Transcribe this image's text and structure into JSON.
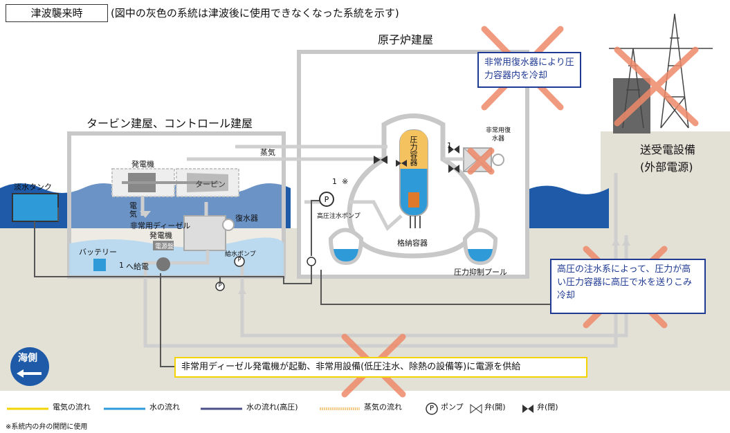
{
  "header": {
    "title": "津波襲来時",
    "subtitle": "(図中の灰色の系統は津波後に使用できなくなった系統を示す)"
  },
  "buildings": {
    "reactor": "原子炉建屋",
    "turbine": "タービン建屋、コントロール建屋",
    "freshwater_tank": "淡水タンク",
    "power_receiving_l1": "送受電設備",
    "power_receiving_l2": "(外部電源)"
  },
  "labels": {
    "generator": "発電機",
    "turbine": "タービン",
    "electricity_v": "電\n気",
    "edg_l1": "非常用ディーゼル",
    "edg_l2": "発電機",
    "power_panel": "電源盤",
    "condenser": "復水器",
    "battery": "バッテリー",
    "feed_power": "へ給電",
    "feed_power_num": "1",
    "feed_pump": "給水ポンプ",
    "steam": "蒸気",
    "hp_injection_pump": "高圧注水ポンプ",
    "marker_1": "1",
    "marker_note": "※",
    "pressure_vessel": "圧力容器",
    "containment": "格納容器",
    "suppression_pool": "圧力抑制プール",
    "ic_label": "非常用復水器",
    "sea_side": "海側",
    "pump_symbol": "P"
  },
  "callouts": {
    "ic": "非常用復水器により圧力容器内を冷却",
    "hpci": "高圧の注水系によって、圧力が高い圧力容器に高圧で水を送りこみ冷却",
    "edg_start": "非常用ディーゼル発電機が起動、非常用設備(低圧注水、除熱の設備等)に電源を供給"
  },
  "legend": {
    "electric": "電気の流れ",
    "water": "水の流れ",
    "water_hp": "水の流れ(高圧)",
    "steam": "蒸気の流れ",
    "pump": "ポンプ",
    "valve_open": "弁(開)",
    "valve_closed": "弁(閉)"
  },
  "footnote": "※系統内の弁の開閉に使用",
  "colors": {
    "electric": "#f4d400",
    "water": "#2e9ad8",
    "water_hp": "#4a4f8a",
    "steam": "#f5c98a",
    "ground": "#e3e0d6",
    "sea": "#1e5aa8",
    "gray_line": "#c8c8c8",
    "cross": "#ee8a6a",
    "callout_border": "#1f3a93"
  }
}
